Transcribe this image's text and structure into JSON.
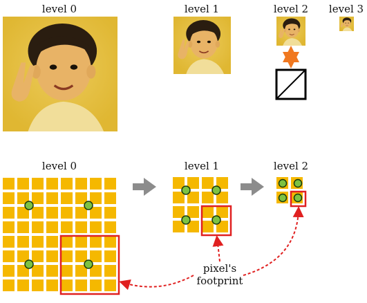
{
  "top_row": {
    "labels": [
      "level 0",
      "level 1",
      "level 2",
      "level 3"
    ],
    "photo_description_tags": [
      "boy-photo-full",
      "boy-photo-half",
      "boy-photo-quarter",
      "boy-photo-eighth"
    ]
  },
  "bottom_row": {
    "labels": [
      "level 0",
      "level 1",
      "level 2"
    ],
    "footprint_note_line1": "pixel's",
    "footprint_note_line2": "footprint"
  },
  "colors": {
    "tile_fill": "#f5b800",
    "grid_gap": "#ffffff",
    "dot_fill": "#7dc242",
    "dot_stroke": "#1a3a0a",
    "footprint_box": "#e02020",
    "arrow_gray": "#8c8c8c",
    "arrow_orange": "#f07820",
    "photo_bg": "#e6c23a"
  },
  "icons": {
    "level_arrow": "right-arrow-icon",
    "double_arrow": "up-down-arrow-icon",
    "filter_box": "diagonal-box-icon"
  }
}
